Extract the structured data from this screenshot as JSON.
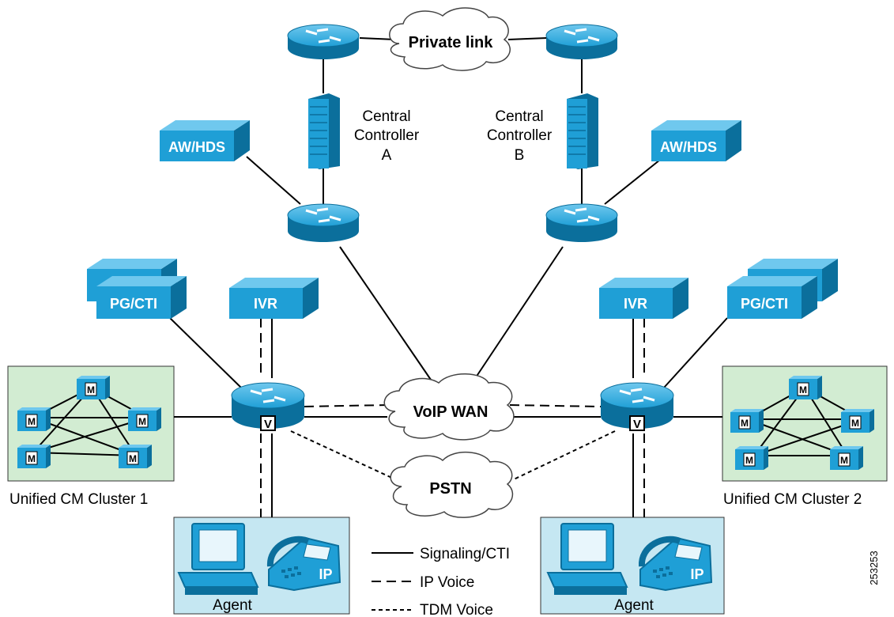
{
  "clouds": {
    "private_link": "Private link",
    "voip_wan": "VoIP WAN",
    "pstn": "PSTN"
  },
  "controllers": {
    "a": [
      "Central",
      "Controller",
      "A"
    ],
    "b": [
      "Central",
      "Controller",
      "B"
    ]
  },
  "servers": {
    "aw_hds_left": "AW/HDS",
    "aw_hds_right": "AW/HDS",
    "pg_cti_left": "PG/CTI",
    "pg_cti_right": "PG/CTI",
    "ivr_left": "IVR",
    "ivr_right": "IVR"
  },
  "clusters": {
    "left": "Unified CM Cluster 1",
    "right": "Unified CM Cluster 2",
    "node_mark": "M"
  },
  "gateway_mark": "V",
  "agents": {
    "left": "Agent",
    "right": "Agent",
    "phone_mark": "IP"
  },
  "legend": {
    "signaling": "Signaling/CTI",
    "ip_voice": "IP Voice",
    "tdm_voice": "TDM Voice"
  },
  "figure_id": "253253",
  "colors": {
    "device_blue": "#1f9fd6",
    "device_dark": "#0b6f9c",
    "cluster_bg": "#d2ecd2",
    "agent_bg": "#c5e7f2",
    "cloud_fill": "#ffffff"
  }
}
